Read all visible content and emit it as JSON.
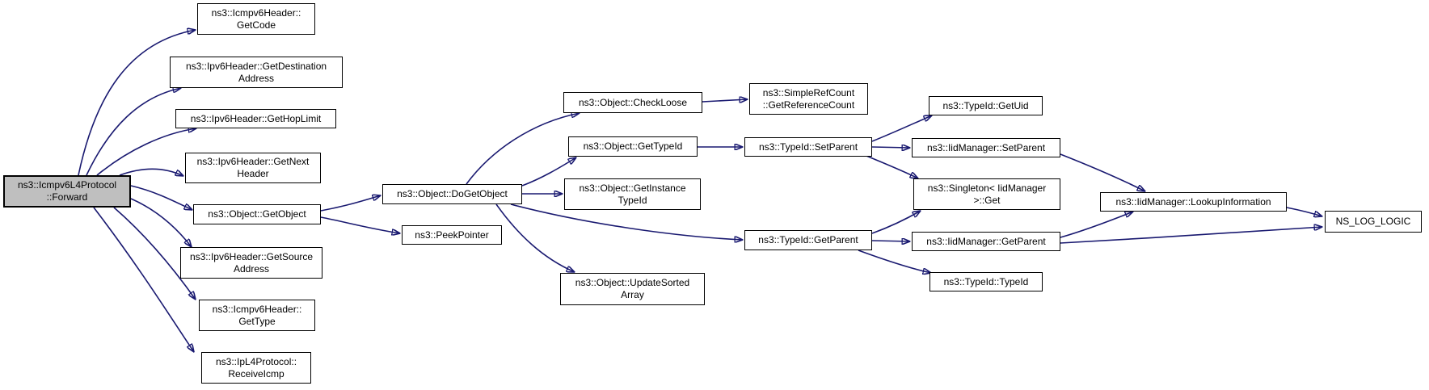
{
  "diagram": {
    "title": "ns3::Icmpv6L4Protocol::Forward call graph",
    "colors": {
      "edge": "#191970",
      "node_border": "#000000",
      "node_fill": "#ffffff",
      "highlight_fill": "#bfbfbf"
    },
    "nodes": [
      {
        "id": "forward",
        "label": "ns3::Icmpv6L4Protocol\n::Forward",
        "highlighted": true
      },
      {
        "id": "get_code",
        "label": "ns3::Icmpv6Header::\nGetCode",
        "highlighted": false
      },
      {
        "id": "get_dest",
        "label": "ns3::Ipv6Header::GetDestination\nAddress",
        "highlighted": false
      },
      {
        "id": "get_hop",
        "label": "ns3::Ipv6Header::GetHopLimit",
        "highlighted": false
      },
      {
        "id": "get_next",
        "label": "ns3::Ipv6Header::GetNext\nHeader",
        "highlighted": false
      },
      {
        "id": "get_object",
        "label": "ns3::Object::GetObject",
        "highlighted": false
      },
      {
        "id": "get_source",
        "label": "ns3::Ipv6Header::GetSource\nAddress",
        "highlighted": false
      },
      {
        "id": "get_type",
        "label": "ns3::Icmpv6Header::\nGetType",
        "highlighted": false
      },
      {
        "id": "receive_icmp",
        "label": "ns3::IpL4Protocol::\nReceiveIcmp",
        "highlighted": false
      },
      {
        "id": "do_get_object",
        "label": "ns3::Object::DoGetObject",
        "highlighted": false
      },
      {
        "id": "peek_pointer",
        "label": "ns3::PeekPointer",
        "highlighted": false
      },
      {
        "id": "check_loose",
        "label": "ns3::Object::CheckLoose",
        "highlighted": false
      },
      {
        "id": "get_type_id",
        "label": "ns3::Object::GetTypeId",
        "highlighted": false
      },
      {
        "id": "get_instance",
        "label": "ns3::Object::GetInstance\nTypeId",
        "highlighted": false
      },
      {
        "id": "update_sorted",
        "label": "ns3::Object::UpdateSorted\nArray",
        "highlighted": false
      },
      {
        "id": "get_ref_count",
        "label": "ns3::SimpleRefCount\n::GetReferenceCount",
        "highlighted": false
      },
      {
        "id": "typeid_set_parent",
        "label": "ns3::TypeId::SetParent",
        "highlighted": false
      },
      {
        "id": "typeid_get_parent",
        "label": "ns3::TypeId::GetParent",
        "highlighted": false
      },
      {
        "id": "typeid_get_uid",
        "label": "ns3::TypeId::GetUid",
        "highlighted": false
      },
      {
        "id": "iid_set_parent",
        "label": "ns3::IidManager::SetParent",
        "highlighted": false
      },
      {
        "id": "singleton_get",
        "label": "ns3::Singleton< IidManager\n>::Get",
        "highlighted": false
      },
      {
        "id": "iid_get_parent",
        "label": "ns3::IidManager::GetParent",
        "highlighted": false
      },
      {
        "id": "typeid_typeid",
        "label": "ns3::TypeId::TypeId",
        "highlighted": false
      },
      {
        "id": "lookup_info",
        "label": "ns3::IidManager::LookupInformation",
        "highlighted": false
      },
      {
        "id": "ns_log_logic",
        "label": "NS_LOG_LOGIC",
        "highlighted": false
      }
    ],
    "edges": [
      {
        "from": "forward",
        "to": "get_code"
      },
      {
        "from": "forward",
        "to": "get_dest"
      },
      {
        "from": "forward",
        "to": "get_hop"
      },
      {
        "from": "forward",
        "to": "get_next"
      },
      {
        "from": "forward",
        "to": "get_object"
      },
      {
        "from": "forward",
        "to": "get_source"
      },
      {
        "from": "forward",
        "to": "get_type"
      },
      {
        "from": "forward",
        "to": "receive_icmp"
      },
      {
        "from": "get_object",
        "to": "do_get_object"
      },
      {
        "from": "get_object",
        "to": "peek_pointer"
      },
      {
        "from": "do_get_object",
        "to": "check_loose"
      },
      {
        "from": "do_get_object",
        "to": "get_type_id"
      },
      {
        "from": "do_get_object",
        "to": "get_instance"
      },
      {
        "from": "do_get_object",
        "to": "typeid_get_parent"
      },
      {
        "from": "do_get_object",
        "to": "update_sorted"
      },
      {
        "from": "check_loose",
        "to": "get_ref_count"
      },
      {
        "from": "get_type_id",
        "to": "typeid_set_parent"
      },
      {
        "from": "typeid_set_parent",
        "to": "typeid_get_uid"
      },
      {
        "from": "typeid_set_parent",
        "to": "iid_set_parent"
      },
      {
        "from": "typeid_set_parent",
        "to": "singleton_get"
      },
      {
        "from": "typeid_get_parent",
        "to": "singleton_get"
      },
      {
        "from": "typeid_get_parent",
        "to": "iid_get_parent"
      },
      {
        "from": "typeid_get_parent",
        "to": "typeid_typeid"
      },
      {
        "from": "iid_set_parent",
        "to": "lookup_info"
      },
      {
        "from": "iid_get_parent",
        "to": "lookup_info"
      },
      {
        "from": "iid_get_parent",
        "to": "ns_log_logic"
      },
      {
        "from": "lookup_info",
        "to": "ns_log_logic"
      }
    ]
  }
}
